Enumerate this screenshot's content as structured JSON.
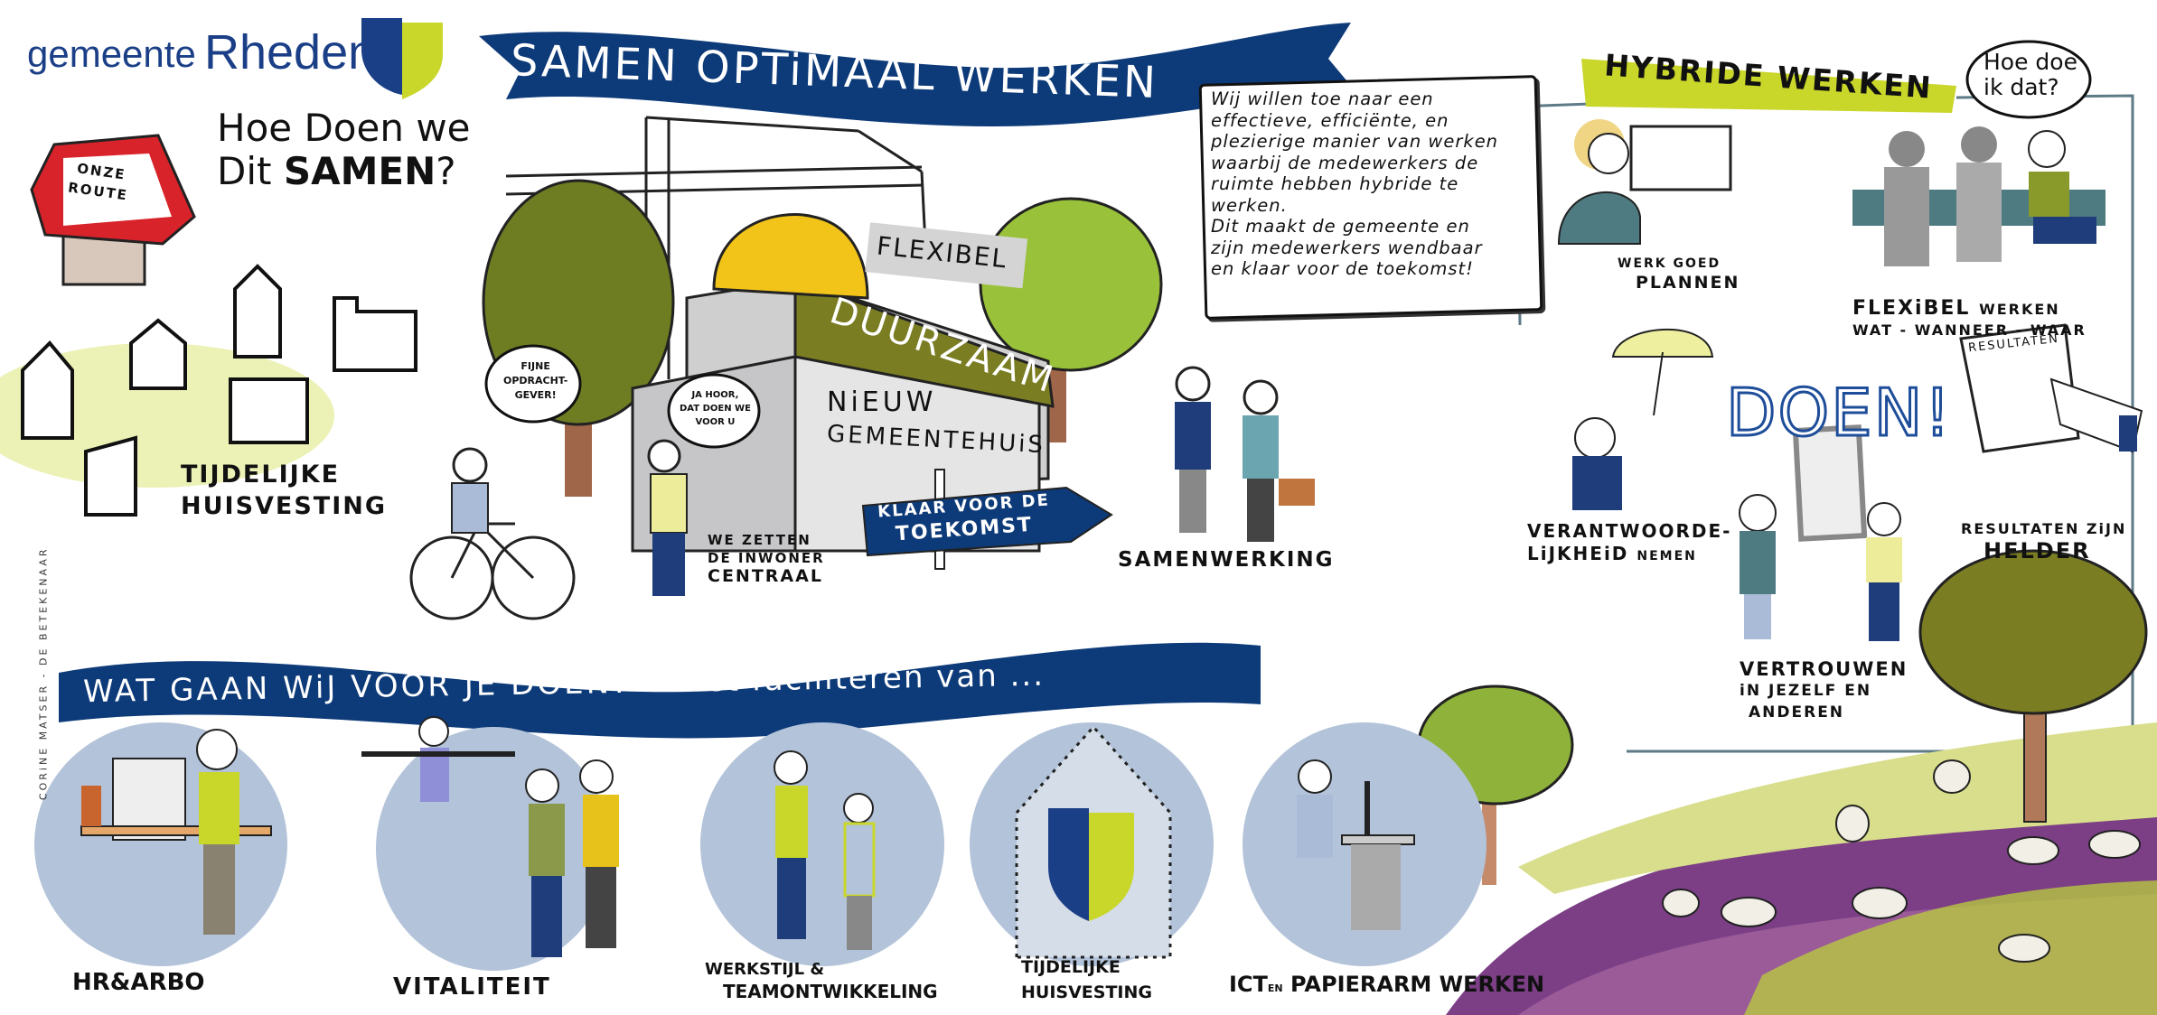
{
  "header": {
    "logo_prefix": "gemeente",
    "logo_name": "Rheden",
    "title": "SAMEN OPTiMAAL WERKEN"
  },
  "intro": {
    "question_line1": "Hoe Doen we",
    "question_line2_a": "Dit",
    "question_line2_b": "SAMEN",
    "question_mark": "?",
    "route_sign_line1": "ONZE",
    "route_sign_line2": "ROUTE",
    "temp_housing_line1": "TijDELijKE",
    "temp_housing_line2": "HUiSVESTiNG"
  },
  "building": {
    "sign_flexibel": "FLEXiBEL",
    "sign_duurzaam": "DUURZAAM",
    "name_line1": "NiEUW",
    "name_line2": "GEMEENTEHUiS",
    "bubble_employer": [
      "FiJNE",
      "OPDRACHT-",
      "GEVER!"
    ],
    "bubble_reply": [
      "JA HOOR,",
      "DAT DOEN WE",
      "VOOR U"
    ],
    "citizen_line1": "WE ZETTEN",
    "citizen_line2": "DE iNWONER",
    "citizen_line3": "CENTRAAL",
    "future_sign_line1": "KLAAR VOOR DE",
    "future_sign_line2": "TOEKOMST",
    "cooperation": "SAMENWERKiNG"
  },
  "note": {
    "text": "Wij willen toe naar een\neffectieve, efficiënte, en\nplezierige manier van werken\nwaarbij de medewerkers de\nruimte hebben hybride te\nwerken.\nDit maakt de gemeente en\nzijn medewerkers wendbaar\nen klaar voor de toekomst!"
  },
  "hybrid": {
    "title": "HYBRiDE WERKEN",
    "bubble": [
      "Hoe doe",
      "ik dat?"
    ],
    "plan_line1": "WERK GOED",
    "plan_line2": "PLANNEN",
    "flex_bold": "FLEXiBEL",
    "flex_rest": "WERKEN",
    "flex_line2": "WAT - WANNEER - WAAR",
    "resp_line1": "VERANTWOORDE-",
    "resp_line2_bold": "LiJKHEiD",
    "resp_line2_rest": "NEMEN",
    "doen": "DOEN!",
    "results_sheet": "RESULTATEN",
    "results_line1": "RESULTATEN ZiJN",
    "results_line2": "HELDER",
    "trust_line1": "VERTROUWEN",
    "trust_line2": "iN JEZELF EN",
    "trust_line3": "ANDEREN"
  },
  "facilities": {
    "banner_question": "WAT GAAN WiJ VOOR JE DOEN?",
    "banner_rest": "het faciliteren van ...",
    "items": [
      {
        "label": "HR&ARBO"
      },
      {
        "label": "ViTALiTEiT"
      },
      {
        "label_line1": "WERKSTiJL &",
        "label_line2": "TEAMONTWiKKELiNG"
      },
      {
        "label_line1": "TiJDELiJKE",
        "label_line2": "HUiSVESTiNG"
      },
      {
        "label_small": "EN",
        "label_a": "ICT",
        "label_b": "PAPiERARM WERKEN"
      }
    ]
  },
  "credit": "CORiNE MATSER - DE BETEKENAAR",
  "colors": {
    "navy": "#0d3a78",
    "lime": "#c9d62a",
    "olive": "#7a7d22",
    "circle": "#b3c3d9",
    "purple": "#7c3f86",
    "sign_red": "#d8232a",
    "helmet": "#f2c419"
  }
}
